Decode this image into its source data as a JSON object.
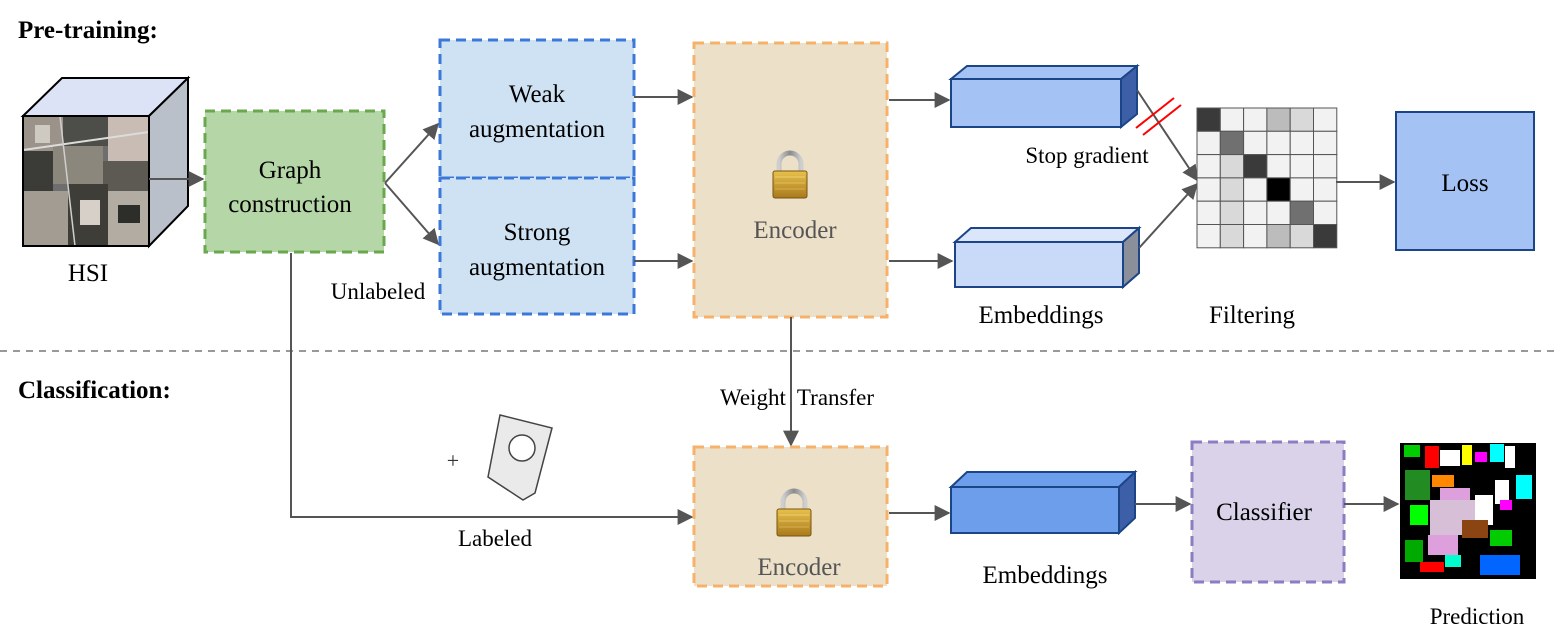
{
  "sections": {
    "pretraining": "Pre-training:",
    "classification": "Classification:"
  },
  "labels": {
    "hsi": "HSI",
    "graph_construction_line1": "Graph",
    "graph_construction_line2": "construction",
    "unlabeled": "Unlabeled",
    "weak_aug_line1": "Weak",
    "weak_aug_line2": "augmentation",
    "strong_aug_line1": "Strong",
    "strong_aug_line2": "augmentation",
    "encoder_top": "Encoder",
    "encoder_bottom": "Encoder",
    "stop_gradient": "Stop gradient",
    "embeddings_top": "Embeddings",
    "filtering": "Filtering",
    "loss": "Loss",
    "weight_transfer": "Weight  Transfer",
    "plus": "+",
    "labeled": "Labeled",
    "embeddings_bottom": "Embeddings",
    "classifier": "Classifier",
    "prediction": "Prediction"
  },
  "colors": {
    "graph_fill": "#b5d6a7",
    "graph_border": "#6aa84f",
    "aug_fill": "#cfe2f3",
    "aug_border": "#3c78d8",
    "encoder_fill": "#ece0c8",
    "encoder_border": "#f6b26b",
    "embed_light": "#c9daf8",
    "embed_dark": "#6d9eeb",
    "loss_fill": "#a4c2f4",
    "classifier_fill": "#d9d2e9",
    "classifier_border": "#8e7cc3",
    "arrow": "#555555",
    "stop_mark": "#ff0000"
  },
  "filtering_matrix": [
    [
      5,
      0,
      0,
      2,
      1,
      0
    ],
    [
      0,
      4,
      0,
      0,
      0,
      0
    ],
    [
      0,
      1,
      5,
      0,
      0,
      0
    ],
    [
      0,
      1,
      0,
      6,
      0,
      0
    ],
    [
      0,
      1,
      0,
      0,
      4,
      0
    ],
    [
      0,
      1,
      0,
      2,
      1,
      5
    ]
  ],
  "icons": {
    "lock": "padlock-icon",
    "cube": "hsi-cube-icon",
    "sample": "labeled-sample-icon",
    "map": "prediction-map-icon"
  }
}
